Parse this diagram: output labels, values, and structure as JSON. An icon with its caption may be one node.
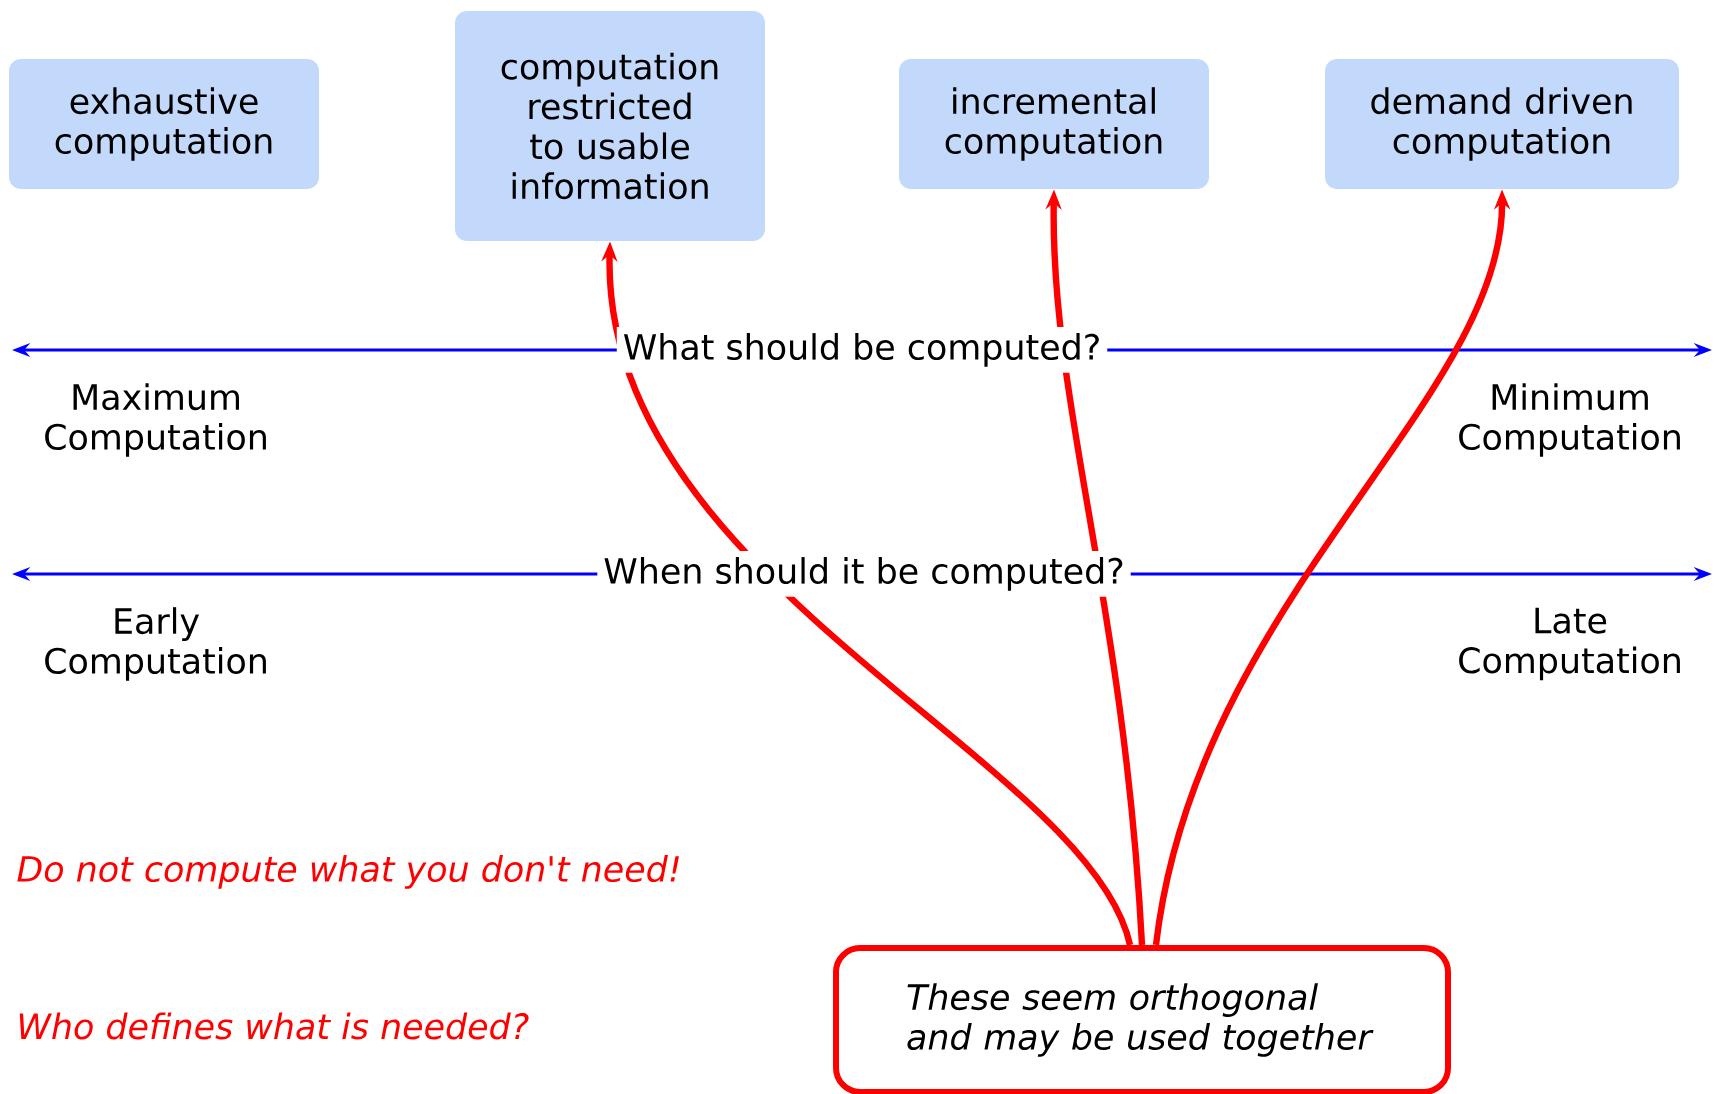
{
  "diagram": {
    "nodes": [
      {
        "text": [
          "exhaustive computation"
        ]
      },
      {
        "text": [
          "computation restricted to usable information"
        ]
      },
      {
        "text": [
          "incremental computation"
        ]
      },
      {
        "text": [
          "demand driven computation"
        ]
      },
      {
        "text": [
          "These seem orthogonal and may be used together"
        ]
      }
    ],
    "edges": [
      {
        "from": 4,
        "to": 1,
        "arrow": "to"
      },
      {
        "from": 4,
        "to": 2,
        "arrow": "to"
      },
      {
        "from": 4,
        "to": 3,
        "arrow": "to"
      }
    ],
    "labels": [
      "What should be computed?",
      "Maximum Computation",
      "Minimum Computation",
      "When should it be computed?",
      "Early Computation",
      "Late Computation",
      "Do not compute what you don't need!",
      "Who defines what is needed?"
    ]
  }
}
